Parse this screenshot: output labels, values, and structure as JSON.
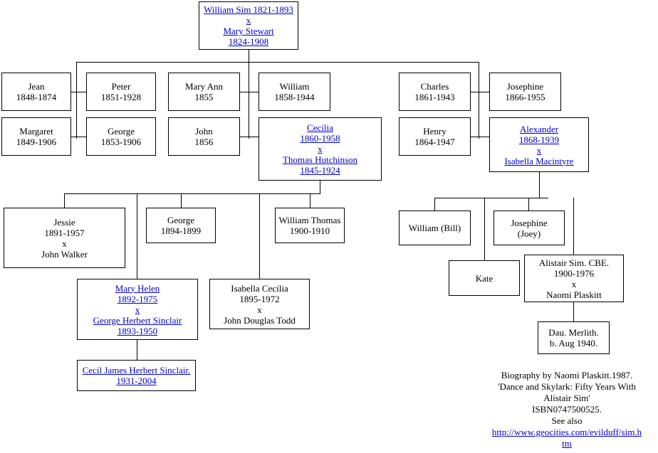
{
  "diagram": {
    "title": "Sim Family Tree",
    "link_color": "#0000cc",
    "line_color": "#000000",
    "background": "#ffffff"
  },
  "nodes": {
    "root": {
      "lines": [
        "William Sim 1821-1893",
        "x",
        "Mary Stewart",
        "1824-1908"
      ],
      "linked": true
    },
    "jean": {
      "lines": [
        "Jean",
        "1848-1874"
      ],
      "linked": false
    },
    "margaret": {
      "lines": [
        "Margaret",
        "1849-1906"
      ],
      "linked": false
    },
    "peter": {
      "lines": [
        "Peter",
        "1851-1928"
      ],
      "linked": false
    },
    "george_1853": {
      "lines": [
        "George",
        "1853-1906"
      ],
      "linked": false
    },
    "mary_ann": {
      "lines": [
        "Mary Ann",
        "1855"
      ],
      "linked": false
    },
    "john_1856": {
      "lines": [
        "John",
        "1856"
      ],
      "linked": false
    },
    "william_1858": {
      "lines": [
        "William",
        "1858-1944"
      ],
      "linked": false
    },
    "cecilia": {
      "lines": [
        "Cecilia",
        "1860-1958",
        "x",
        "Thomas Hutchinson",
        "1845-1924"
      ],
      "linked": true
    },
    "charles": {
      "lines": [
        "Charles",
        "1861-1943"
      ],
      "linked": false
    },
    "henry": {
      "lines": [
        "Henry",
        "1864-1947"
      ],
      "linked": false
    },
    "josephine_1866": {
      "lines": [
        "Josephine",
        "1866-1955"
      ],
      "linked": false
    },
    "alexander": {
      "lines": [
        "Alexander",
        "1868-1939",
        "x",
        "Isabella Macintyre"
      ],
      "linked": true
    },
    "jessie": {
      "lines": [
        "Jessie",
        "1891-1957",
        "x",
        "John Walker"
      ],
      "linked": false
    },
    "george_1894": {
      "lines": [
        "George",
        "1894-1899"
      ],
      "linked": false
    },
    "william_thomas": {
      "lines": [
        "William Thomas",
        "1900-1910"
      ],
      "linked": false
    },
    "mary_helen": {
      "lines": [
        "Mary Helen",
        "1892-1975",
        "x",
        "George Herbert Sinclair",
        "1893-1950"
      ],
      "linked": true
    },
    "isabella_cecilia": {
      "lines": [
        "Isabella Cecilia",
        "1895-1972",
        "x",
        "John Douglas Todd"
      ],
      "linked": false
    },
    "cecil": {
      "lines": [
        "Cecil James Herbert Sinclair.",
        "1931-2004"
      ],
      "linked": true
    },
    "william_bill": {
      "lines": [
        "William (Bill)"
      ],
      "linked": false
    },
    "josephine_joey": {
      "lines": [
        "Josephine",
        "(Joey)"
      ],
      "linked": false
    },
    "kate": {
      "lines": [
        "Kate"
      ],
      "linked": false
    },
    "alistair": {
      "lines": [
        "Alistair Sim. CBE.",
        "1900-1976",
        "x",
        "Naomi Plaskitt"
      ],
      "linked": false
    },
    "merlith": {
      "lines": [
        "Dau. Merlith.",
        "b. Aug 1940."
      ],
      "linked": false
    }
  },
  "biography": {
    "line1": "Biography by Naomi Plaskitt.1987.",
    "line2": "'Dance and Skylark: Fifty Years With",
    "line3": "Alistair Sim'",
    "line4": "ISBN0747500525.",
    "line5": "See also",
    "url_part1": "http://www.geocities.com/evilduff/sim.h",
    "url_part2": "tm",
    "url_full": "http://www.geocities.com/evilduff/sim.htm"
  }
}
